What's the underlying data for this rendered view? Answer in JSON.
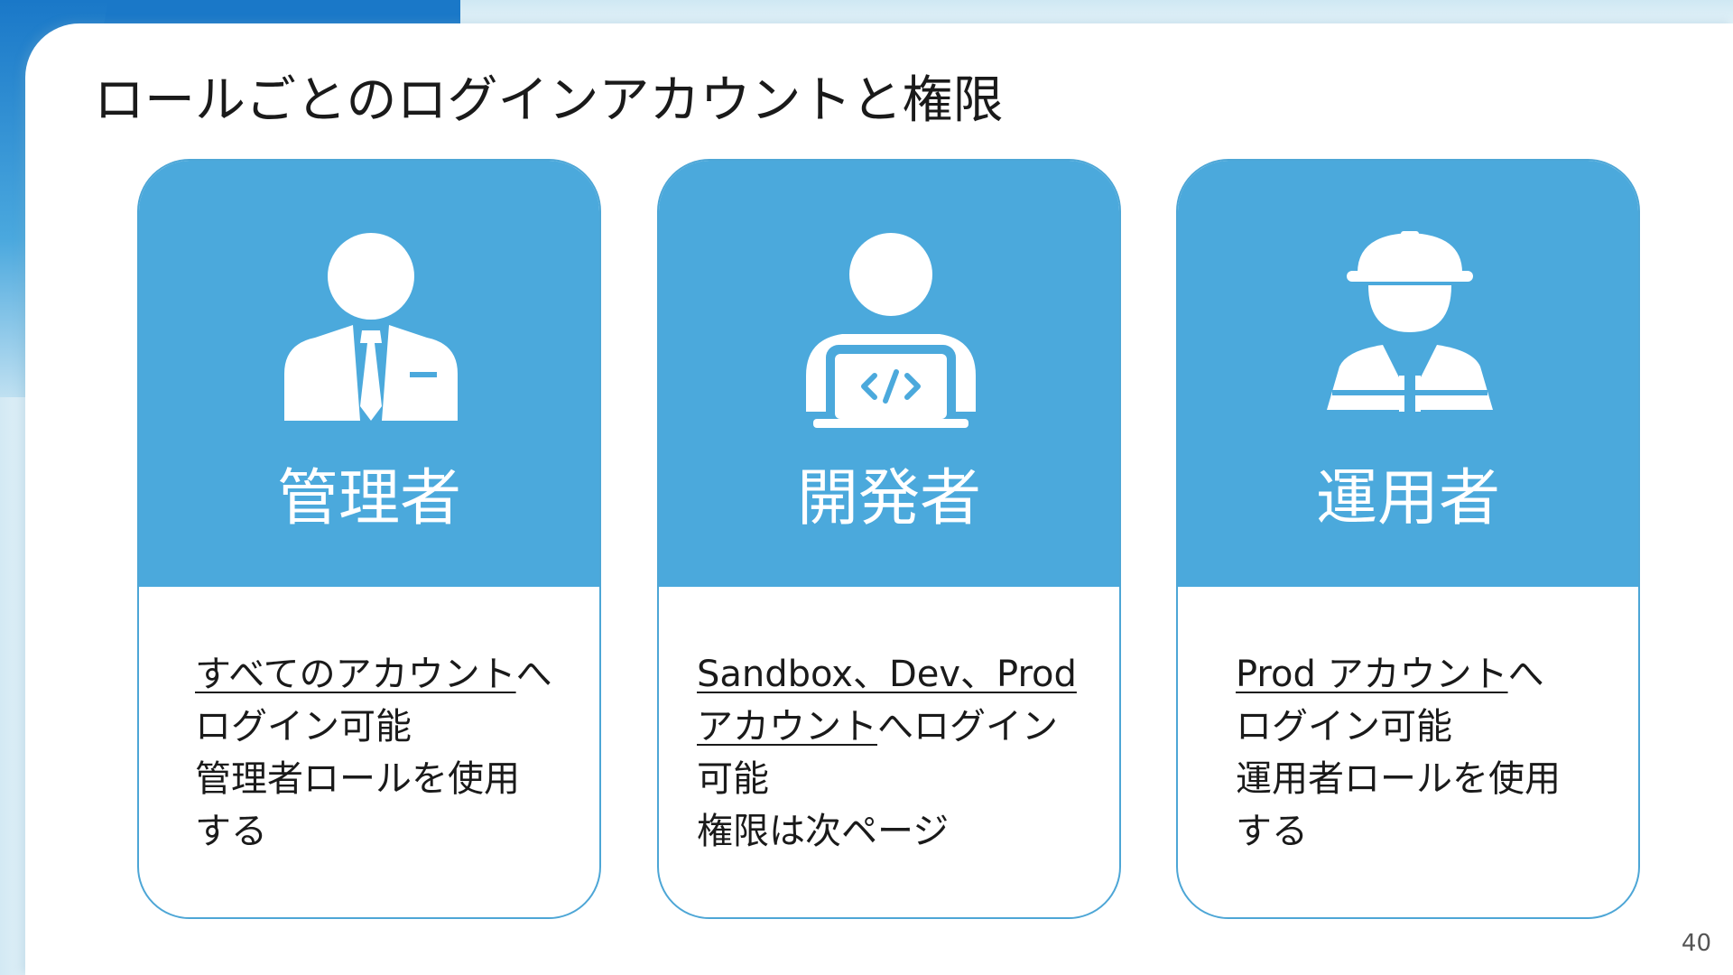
{
  "slide": {
    "title": "ロールごとのログインアカウントと権限",
    "page_number": "40"
  },
  "cards": [
    {
      "role": "管理者",
      "icon": "businessman-tie-icon",
      "lines": [
        {
          "underlined": "すべてのアカウント",
          "rest": "へ"
        },
        {
          "underlined": "",
          "rest": "ログイン可能"
        },
        {
          "underlined": "",
          "rest": "管理者ロールを使用"
        },
        {
          "underlined": "",
          "rest": "する"
        }
      ]
    },
    {
      "role": "開発者",
      "icon": "developer-laptop-icon",
      "lines": [
        {
          "underlined": "Sandbox、Dev、Prod",
          "rest": ""
        },
        {
          "underlined": "アカウント",
          "rest": "へログイン"
        },
        {
          "underlined": "",
          "rest": "可能"
        },
        {
          "underlined": "",
          "rest": "権限は次ページ"
        }
      ]
    },
    {
      "role": "運用者",
      "icon": "worker-hardhat-icon",
      "lines": [
        {
          "underlined": "Prod アカウント",
          "rest": "へ"
        },
        {
          "underlined": "",
          "rest": "ログイン可能"
        },
        {
          "underlined": "",
          "rest": "運用者ロールを使用"
        },
        {
          "underlined": "",
          "rest": "する"
        }
      ]
    }
  ],
  "colors": {
    "card_header": "#4ba9dc",
    "card_border": "#4da6d6",
    "accent_blue": "#1a78c8"
  }
}
